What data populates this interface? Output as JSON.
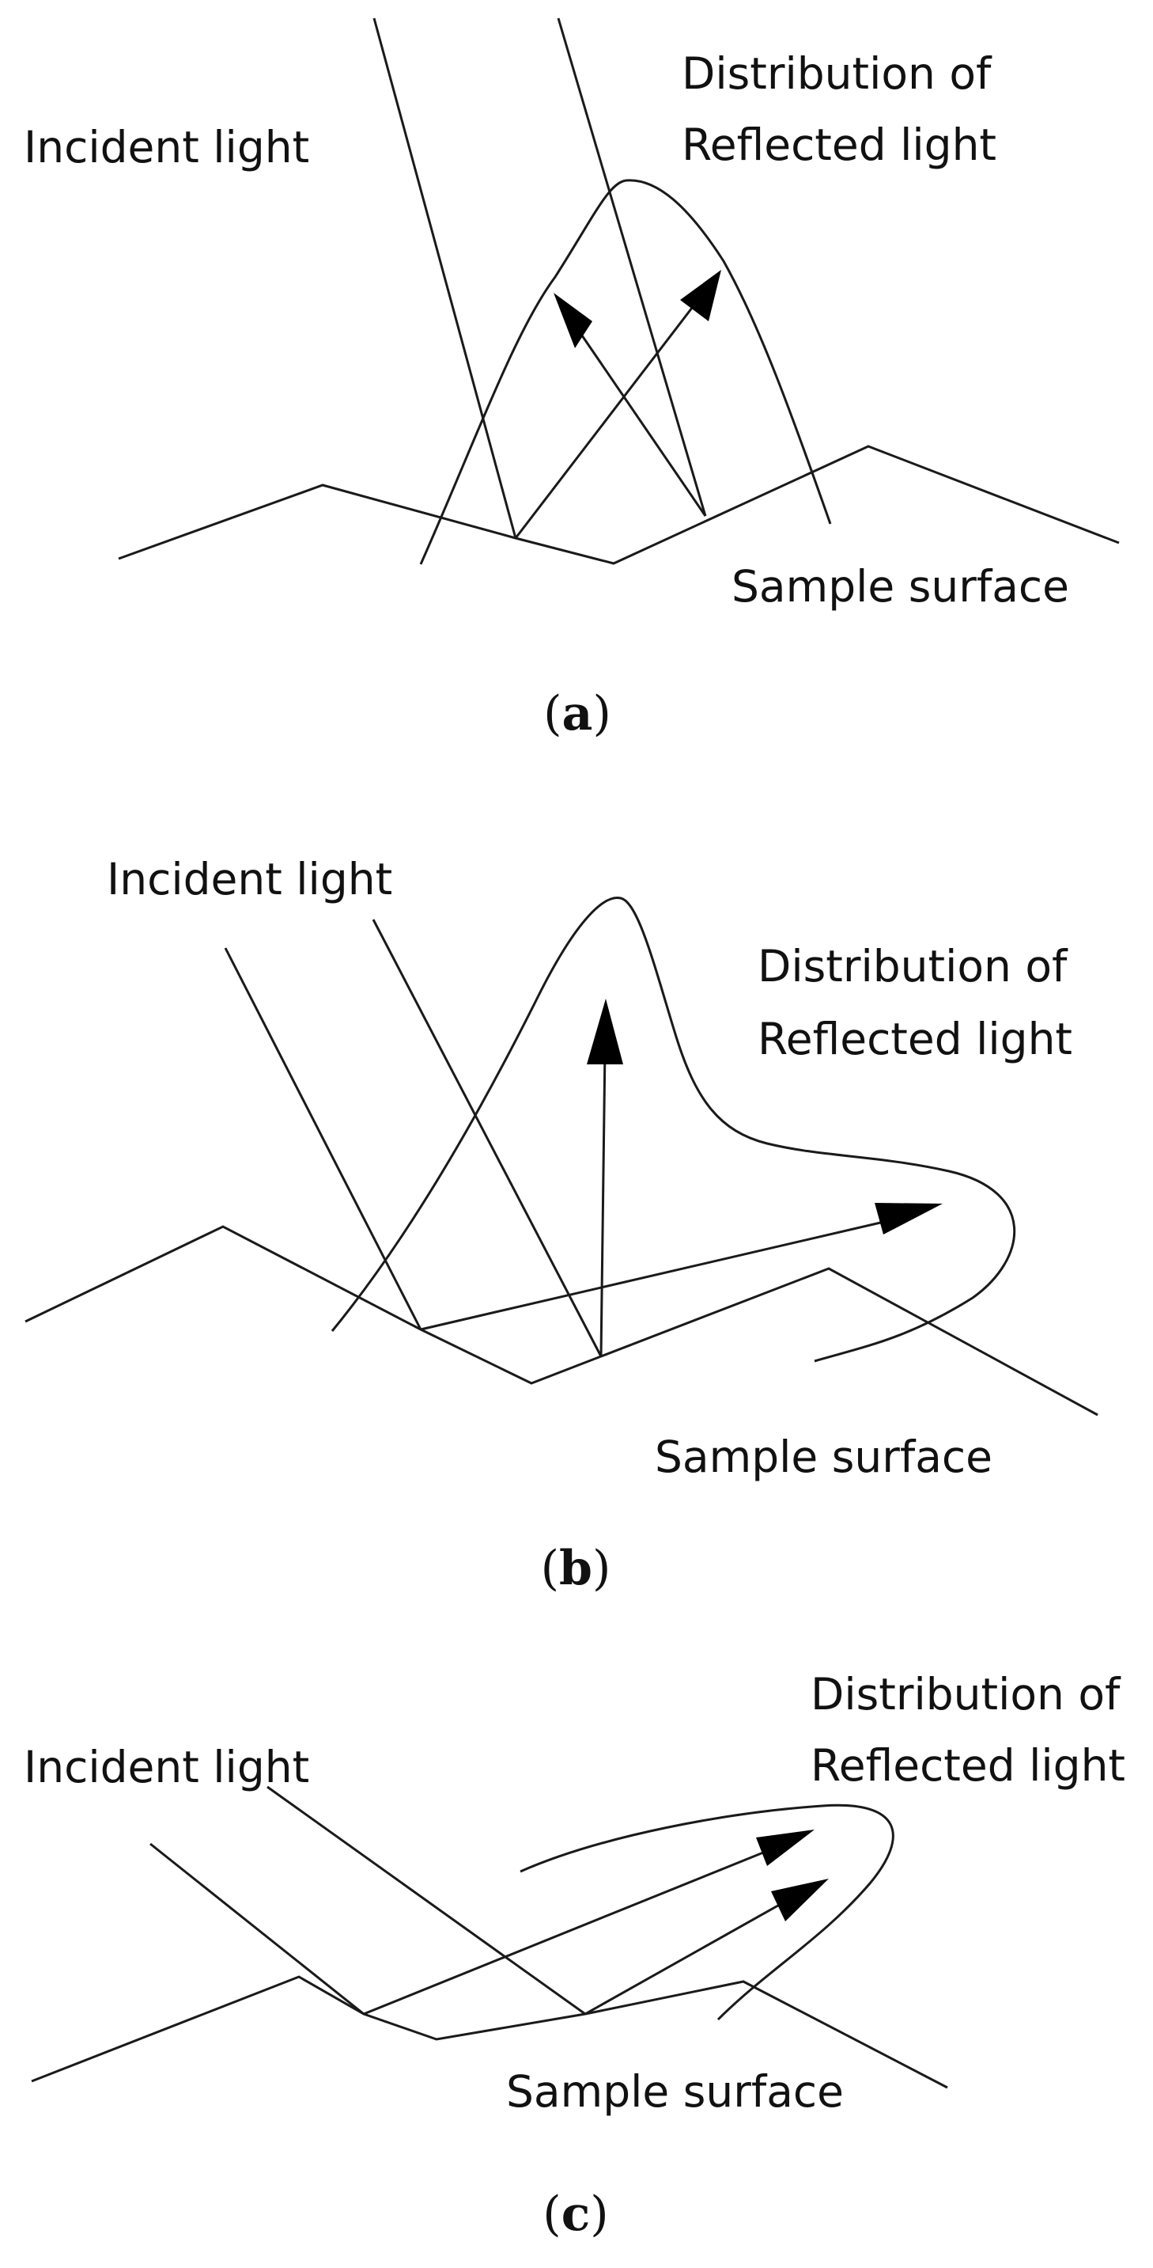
{
  "panels": [
    {
      "id": "a",
      "incident_label": "Incident light",
      "distribution_label_line1": "Distribution of",
      "distribution_label_line2": "Reflected light",
      "surface_label": "Sample surface",
      "caption_open": "(",
      "caption_letter": "a",
      "caption_close": ")"
    },
    {
      "id": "b",
      "incident_label": "Incident light",
      "distribution_label_line1": "Distribution of",
      "distribution_label_line2": "Reflected light",
      "surface_label": "Sample surface",
      "caption_open": "(",
      "caption_letter": "b",
      "caption_close": ")"
    },
    {
      "id": "c",
      "incident_label": "Incident light",
      "distribution_label_line1": "Distribution of",
      "distribution_label_line2": "Reflected light",
      "surface_label": "Sample surface",
      "caption_open": "(",
      "caption_letter": "c",
      "caption_close": ")"
    }
  ],
  "colors": {
    "stroke": "#1a1a1a",
    "arrowhead": "#000000",
    "background": "#ffffff"
  }
}
